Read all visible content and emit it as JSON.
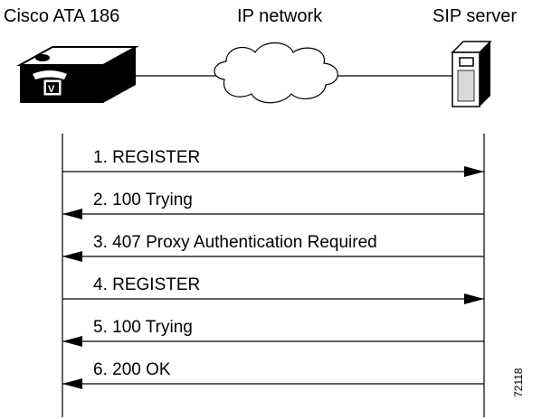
{
  "entities": {
    "device": "Cisco ATA 186",
    "network": "IP network",
    "server": "SIP server"
  },
  "device_logo_letter": "V",
  "messages": [
    {
      "label": "1. REGISTER",
      "direction": "right"
    },
    {
      "label": "2. 100 Trying",
      "direction": "left"
    },
    {
      "label": "3. 407 Proxy Authentication Required",
      "direction": "left"
    },
    {
      "label": "4. REGISTER",
      "direction": "right"
    },
    {
      "label": "5. 100 Trying",
      "direction": "left"
    },
    {
      "label": "6. 200 OK",
      "direction": "left"
    }
  ],
  "figure_id": "72118"
}
